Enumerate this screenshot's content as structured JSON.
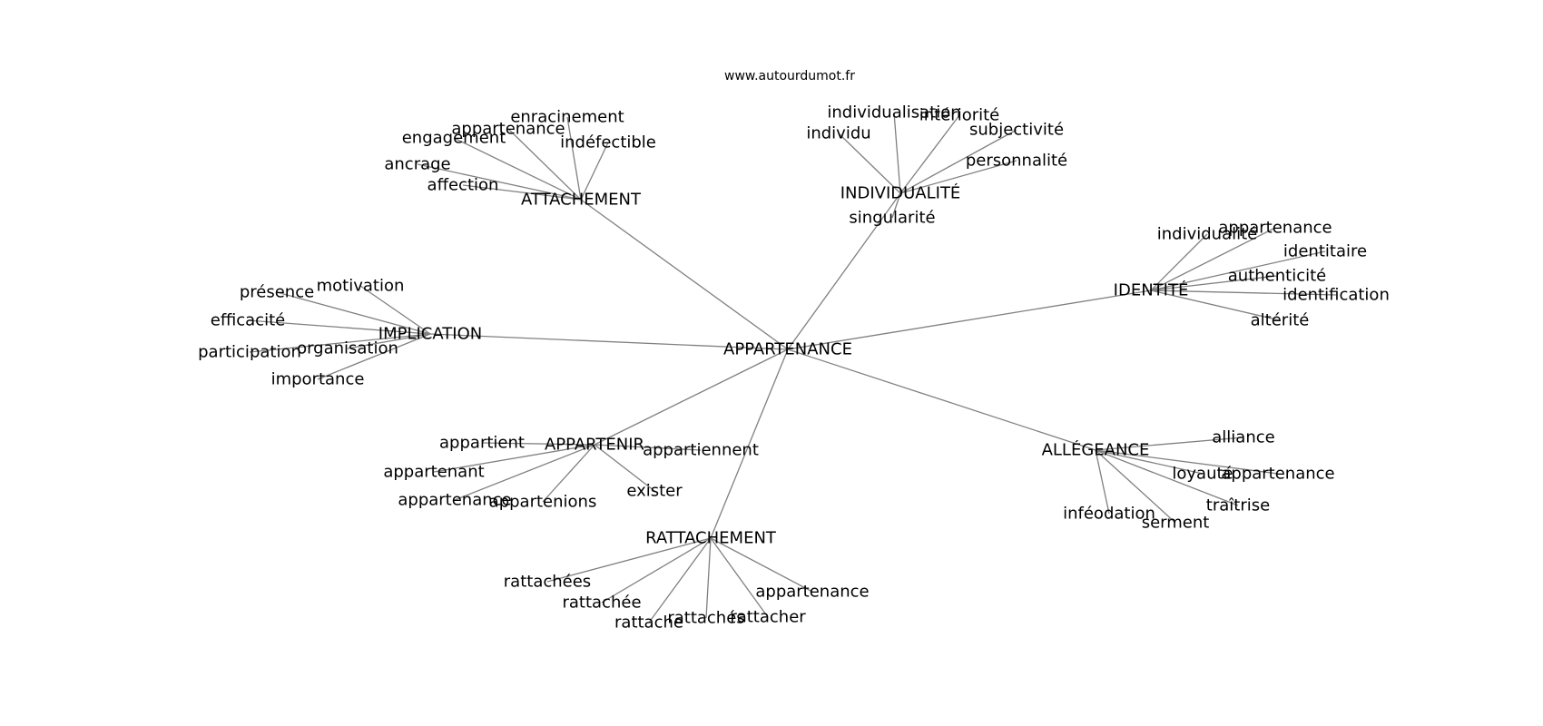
{
  "site_label": "www.autourdumot.fr",
  "center": {
    "id": "appartenance",
    "label": "APPARTENANCE"
  },
  "hubs": [
    {
      "id": "attachement",
      "label": "ATTACHEMENT",
      "leaves": [
        "enracinement",
        "appartenance",
        "engagement",
        "indéfectible",
        "ancrage",
        "affection"
      ]
    },
    {
      "id": "individualite",
      "label": "INDIVIDUALITÉ",
      "leaves": [
        "individualisation",
        "intériorité",
        "individu",
        "subjectivité",
        "personnalité",
        "singularité"
      ]
    },
    {
      "id": "identite",
      "label": "IDENTITÉ",
      "leaves": [
        "individualité",
        "appartenance",
        "identitaire",
        "authenticité",
        "identification",
        "altérité"
      ]
    },
    {
      "id": "implication",
      "label": "IMPLICATION",
      "leaves": [
        "motivation",
        "présence",
        "efficacité",
        "organisation",
        "participation",
        "importance"
      ]
    },
    {
      "id": "appartenir",
      "label": "APPARTENIR",
      "leaves": [
        "appartient",
        "appartiennent",
        "appartenant",
        "appartenance",
        "appartenions",
        "exister"
      ]
    },
    {
      "id": "allegeance",
      "label": "ALLÉGEANCE",
      "leaves": [
        "alliance",
        "loyauté",
        "appartenance",
        "traîtrise",
        "inféodation",
        "serment"
      ]
    },
    {
      "id": "rattachement",
      "label": "RATTACHEMENT",
      "leaves": [
        "rattachées",
        "appartenance",
        "rattachée",
        "rattachés",
        "rattacher",
        "rattache"
      ]
    }
  ]
}
